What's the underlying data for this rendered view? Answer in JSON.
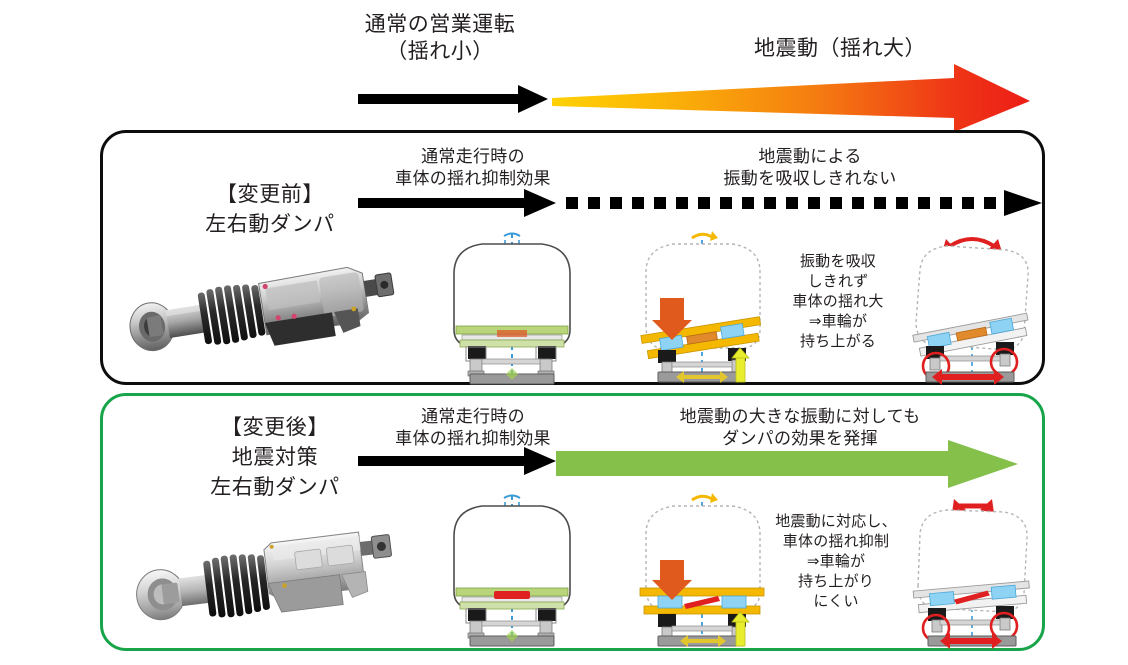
{
  "header": {
    "normal_label_line1": "通常の営業運転",
    "normal_label_line2": "（揺れ小）",
    "quake_label": "地震動（揺れ大）",
    "normal_arrow_color": "#000000",
    "quake_gradient_start": "#ffd106",
    "quake_gradient_mid": "#f57d11",
    "quake_gradient_end": "#ed1c16"
  },
  "before": {
    "title_line1": "【変更前】",
    "title_line2": "左右動ダンパ",
    "caption_left_line1": "通常走行時の",
    "caption_left_line2": "車体の揺れ抑制効果",
    "caption_right_line1": "地震動による",
    "caption_right_line2": "振動を吸収しきれない",
    "note_line1": "振動を吸収",
    "note_line2": "しきれず",
    "note_line3": "車体の揺れ大",
    "note_line4": "⇒車輪が",
    "note_line5": "持ち上がる",
    "border_color": "#0d0d0d",
    "solid_arrow_color": "#000000",
    "dotted_arrow_color": "#000000"
  },
  "after": {
    "title_line1": "【変更後】",
    "title_line2": "地震対策",
    "title_line3": "左右動ダンパ",
    "caption_left_line1": "通常走行時の",
    "caption_left_line2": "車体の揺れ抑制効果",
    "caption_right_line1": "地震動の大きな振動に対しても",
    "caption_right_line2": "ダンパの効果を発揮",
    "note_line1": "地震動に対応し、",
    "note_line2": "車体の揺れ抑制",
    "note_line3": "⇒車輪が",
    "note_line4": "持ち上がり",
    "note_line5": "にくい",
    "border_color": "#18a54a",
    "solid_arrow_color": "#000000",
    "green_arrow_color": "#84c04a"
  },
  "diagram_colors": {
    "body_outline": "#4d4d4d",
    "body_outline_dashed": "#8c8c8c",
    "centerline": "#3a9bd9",
    "bolster_green": "#b9d47a",
    "bolster_yellow": "#f5b800",
    "air_spring": "#8fd3f4",
    "damper_red": "#e02020",
    "rail_grey": "#9a9a9a",
    "down_arrow_orange": "#e05a1e",
    "up_arrow_yellow": "#d9e021",
    "rock_arrow_red": "#e02020",
    "rock_arrow_yellow": "#f5b800"
  },
  "photos": {
    "before_alt": "左右動ダンパ（変更前）の外観写真",
    "after_alt": "地震対策左右動ダンパ（変更後）の外観写真"
  }
}
